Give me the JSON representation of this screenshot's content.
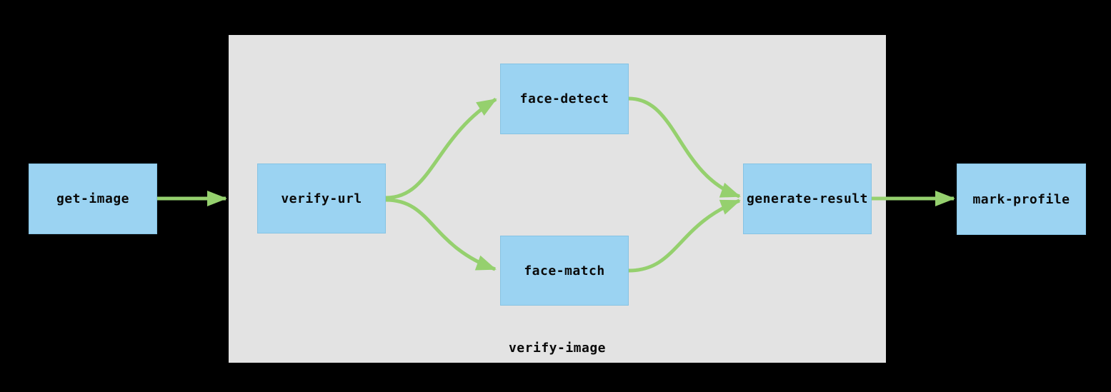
{
  "diagram": {
    "type": "pipeline-flowchart",
    "group": {
      "id": "verify-image",
      "label": "verify-image"
    },
    "nodes": [
      {
        "id": "get-image",
        "label": "get-image"
      },
      {
        "id": "verify-url",
        "label": "verify-url"
      },
      {
        "id": "face-detect",
        "label": "face-detect"
      },
      {
        "id": "face-match",
        "label": "face-match"
      },
      {
        "id": "generate-result",
        "label": "generate-result"
      },
      {
        "id": "mark-profile",
        "label": "mark-profile"
      }
    ],
    "edges": [
      {
        "from": "get-image",
        "to": "verify-image (group)"
      },
      {
        "from": "verify-url",
        "to": "face-detect"
      },
      {
        "from": "verify-url",
        "to": "face-match"
      },
      {
        "from": "face-detect",
        "to": "generate-result"
      },
      {
        "from": "face-match",
        "to": "generate-result"
      },
      {
        "from": "generate-result",
        "to": "mark-profile"
      }
    ]
  },
  "colors": {
    "background": "#000000",
    "group_fill": "#e3e3e3",
    "node_fill": "#9bd3f2",
    "node_border": "#85c3e4",
    "edge": "#95d06e",
    "text": "#0a0a0a"
  }
}
